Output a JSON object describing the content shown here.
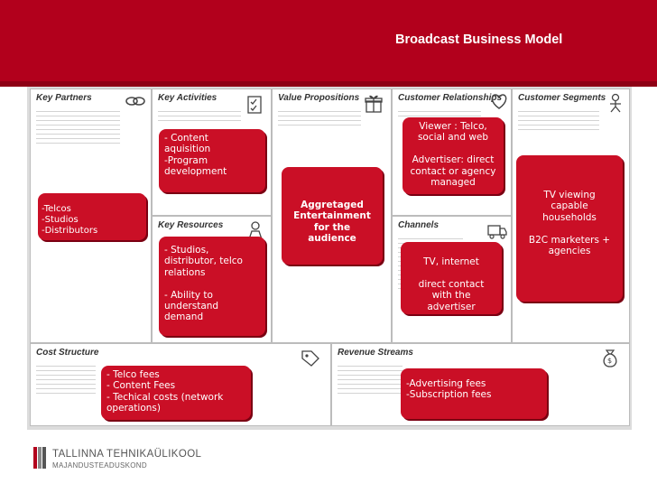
{
  "header": {
    "title": "Broadcast Business Model",
    "bg_color": "#b2001c"
  },
  "canvas": {
    "key_partners": {
      "title": "Key Partners",
      "icon": "link-icon"
    },
    "key_activities": {
      "title": "Key Activities",
      "icon": "checklist-icon"
    },
    "value_propositions": {
      "title": "Value Propositions",
      "icon": "gift-icon"
    },
    "customer_relationships": {
      "title": "Customer Relationships",
      "icon": "heart-icon"
    },
    "customer_segments": {
      "title": "Customer Segments",
      "icon": "person-icon"
    },
    "key_resources": {
      "title": "Key Resources",
      "icon": "worker-icon"
    },
    "channels": {
      "title": "Channels",
      "icon": "truck-icon"
    },
    "cost_structure": {
      "title": "Cost Structure",
      "icon": "price-tag-icon"
    },
    "revenue_streams": {
      "title": "Revenue Streams",
      "icon": "money-bag-icon"
    }
  },
  "notes": {
    "partners": "-Telcos\n-Studios\n-Distributors",
    "activities": "- Content\naquisition\n-Program\ndevelopment",
    "value": "Aggretaged\nEntertainment\nfor the\naudience",
    "relationships": "Viewer : Telco,\nsocial and web\n\nAdvertiser: direct\ncontact or agency\nmanaged",
    "segments": "TV viewing\ncapable\nhouseholds\n\nB2C marketers +\nagencies",
    "resources": "- Studios,\ndistributor, telco\nrelations\n\n- Ability to\nunderstand\ndemand",
    "channels": "TV, internet\n\ndirect contact\nwith the\nadvertiser",
    "costs": "- Telco fees\n- Content Fees\n- Techical costs (network\noperations)",
    "revenue": "-Advertising fees\n-Subscription fees"
  },
  "footer": {
    "university": "TALLINNA TEHNIKAÜLIKOOL",
    "faculty": "MAJANDUSTEADUSKOND"
  },
  "colors": {
    "note": "#ca0f26",
    "note_shadow": "#7a0012"
  }
}
